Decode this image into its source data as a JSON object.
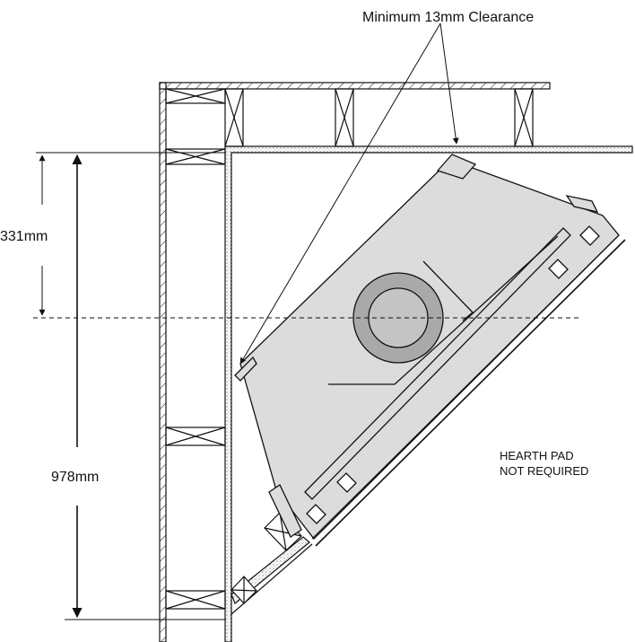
{
  "labels": {
    "clearance": "Minimum 13mm Clearance",
    "dim_upper": "331mm",
    "dim_total": "978mm",
    "hearth_line1": "HEARTH PAD",
    "hearth_line2": "NOT REQUIRED"
  },
  "colors": {
    "line": "#111111",
    "unit_fill": "#dcdcdc",
    "flue_outer": "#a9a9a9",
    "flue_inner": "#c4c4c4",
    "board_fill": "#ffffff"
  }
}
